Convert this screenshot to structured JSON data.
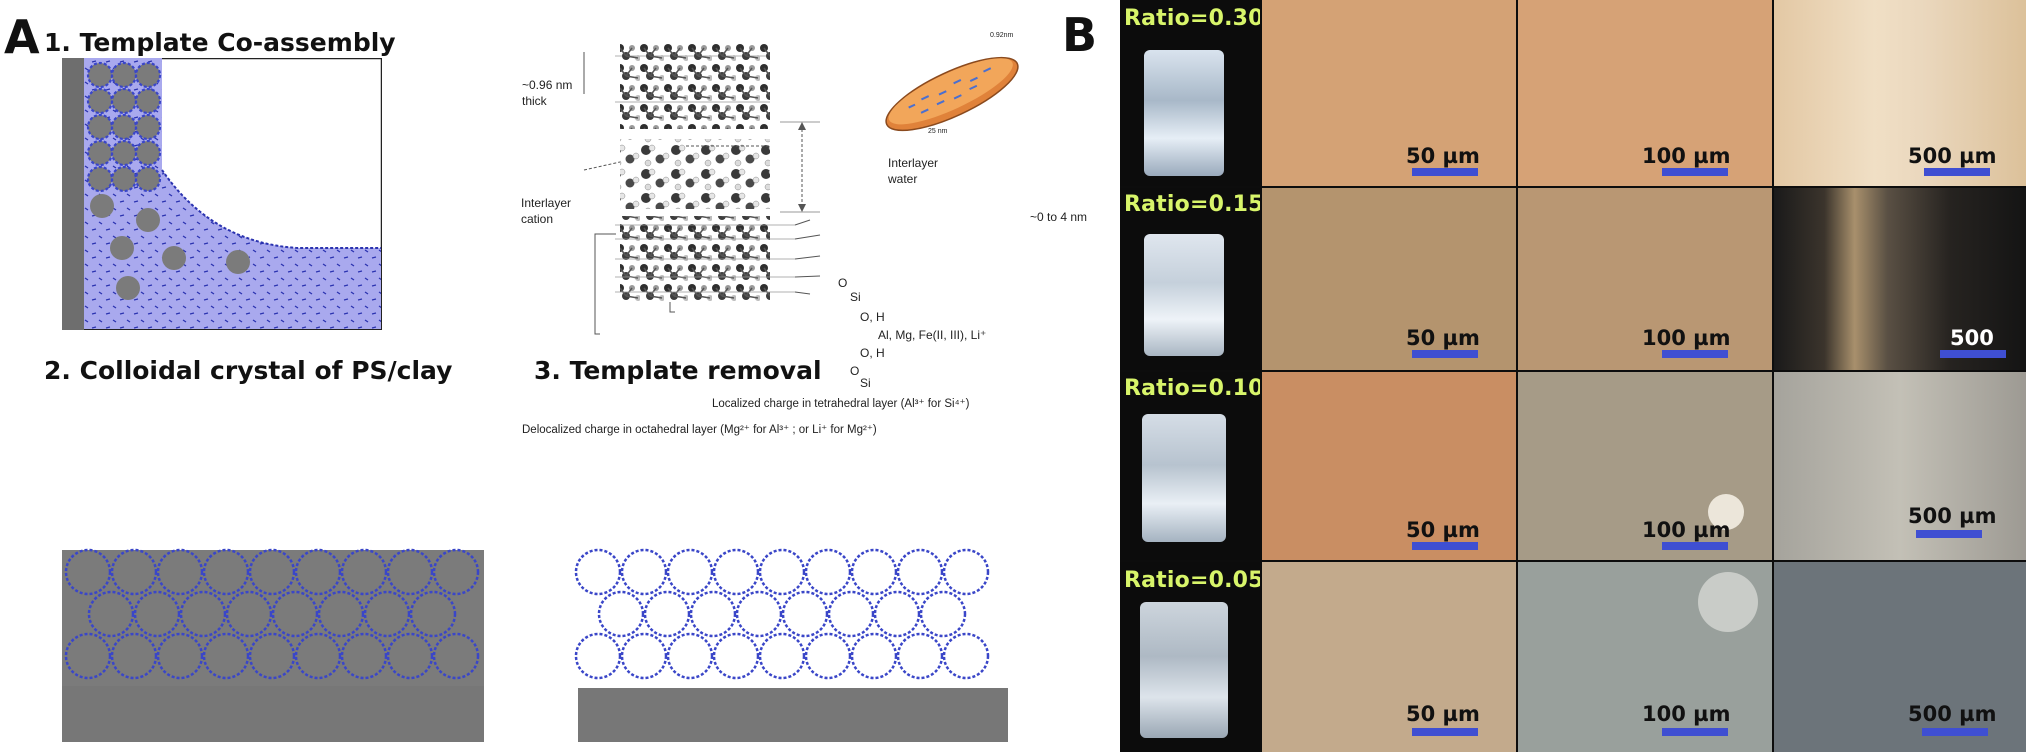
{
  "panel_a": {
    "letter": "A",
    "step1_title": "1. Template Co-assembly",
    "step2_title": "2. Colloidal crystal of PS/clay",
    "step3_title": "3. Template removal",
    "clay_structure": {
      "thickness_label_line1": "~0.96 nm",
      "thickness_label_line2": "thick",
      "interlayer_cation_line1": "Interlayer",
      "interlayer_cation_line2": "cation",
      "interlayer_water_line1": "Interlayer",
      "interlayer_water_line2": "water",
      "spacing_label": "~0 to 4 nm",
      "o_si_top_o": "O",
      "o_si_top_si": "Si",
      "o_h_top": "O, H",
      "metals": "Al, Mg, Fe(II, III), Li⁺",
      "o_h_bottom": "O, H",
      "o_bottom": "O",
      "si_bottom": "Si",
      "tetrahedral_note": "Localized charge in tetrahedral layer (Al³⁺ for Si⁴⁺)",
      "octahedral_note": "Delocalized charge in octahedral layer (Mg²⁺ for Al³⁺ ; or Li⁺ for Mg²⁺)",
      "disc_dim1": "0.92nm",
      "disc_dim2": "25 nm"
    },
    "colors": {
      "sphere": "#7b7b7b",
      "template_wall": "#6e6e6e",
      "clay_blue": "#3a46c8",
      "solution": "#a9a9ee",
      "substrate": "#777777"
    }
  },
  "panel_b": {
    "letter": "B",
    "rows": [
      {
        "ratio": "Ratio=0.30",
        "scales": [
          "50 µm",
          "100 µm",
          "500 µm"
        ]
      },
      {
        "ratio": "Ratio=0.15",
        "scales": [
          "50 µm",
          "100 µm",
          "500"
        ]
      },
      {
        "ratio": "Ratio=0.10",
        "scales": [
          "50 µm",
          "100 µm",
          "500 µm"
        ]
      },
      {
        "ratio": "Ratio=0.05",
        "scales": [
          "50 µm",
          "100 µm",
          "500 µm"
        ]
      }
    ]
  }
}
